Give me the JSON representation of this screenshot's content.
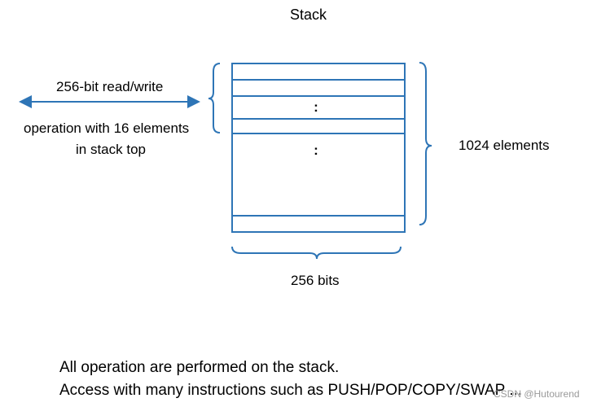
{
  "title": "Stack",
  "left_annotation": {
    "line1": "256-bit read/write",
    "line2": "operation with 16 elements",
    "line3": "in stack top"
  },
  "right_annotation": "1024 elements",
  "bottom_annotation": "256 bits",
  "stack_rows": [
    {
      "kind": "slot",
      "text": ""
    },
    {
      "kind": "slot",
      "text": ""
    },
    {
      "kind": "ellipsis",
      "text": ":"
    },
    {
      "kind": "slot",
      "text": ""
    },
    {
      "kind": "ellipsis",
      "text": ":"
    },
    {
      "kind": "slot",
      "text": ""
    }
  ],
  "notes": [
    "All operation are performed on the stack.",
    "Access with many instructions such as PUSH/POP/COPY/SWAP ..."
  ],
  "watermark": "CSDN @Hutourend",
  "colors": {
    "stroke": "#2e75b6",
    "text": "#000000"
  }
}
